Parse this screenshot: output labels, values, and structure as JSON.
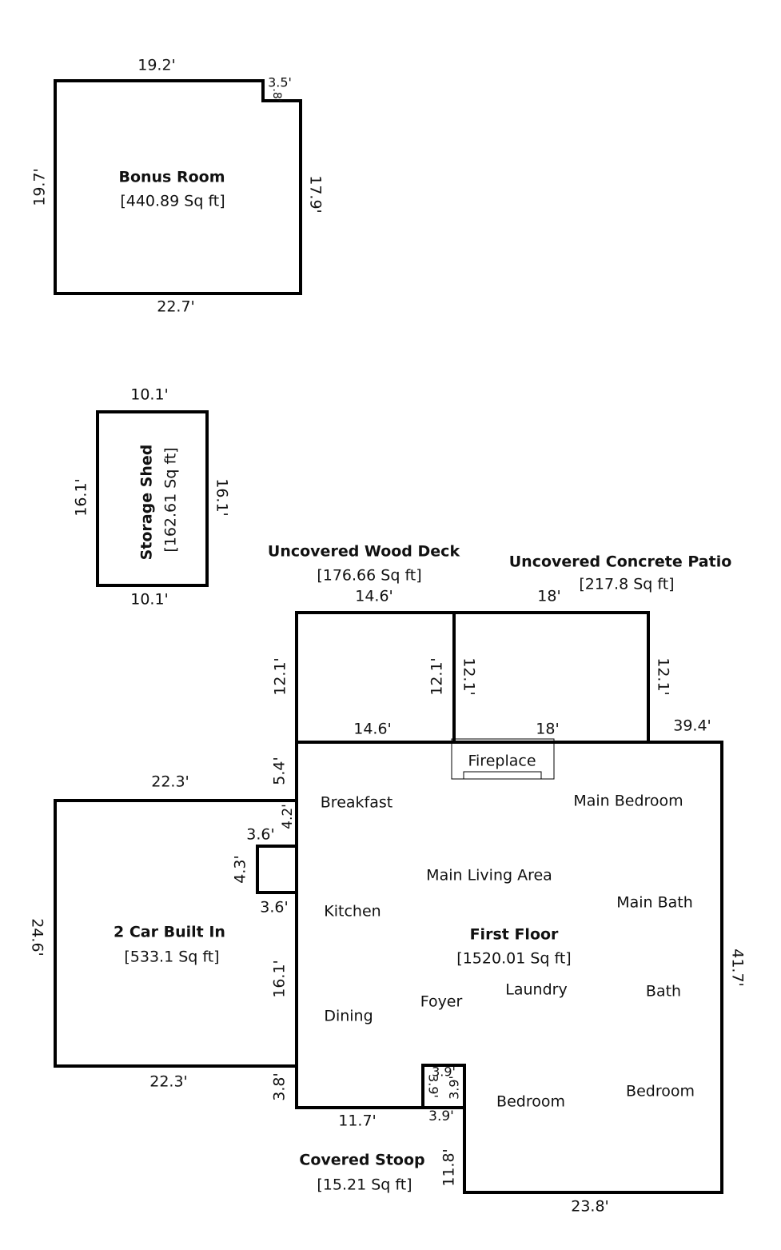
{
  "bonus_room": {
    "name": "Bonus Room",
    "area": "[440.89 Sq ft]",
    "dims": [
      "19.2'",
      "3.5'",
      ".8'",
      "17.9'",
      "22.7'",
      "19.7'"
    ]
  },
  "storage_shed": {
    "name": "Storage Shed",
    "area": "[162.61 Sq ft]",
    "dims": [
      "10.1'",
      "10.1'",
      "16.1'",
      "16.1'"
    ]
  },
  "wood_deck": {
    "name": "Uncovered Wood Deck",
    "area": "[176.66 Sq ft]",
    "dims": [
      "14.6'",
      "12.1'",
      "12.1'",
      "14.6'"
    ]
  },
  "patio": {
    "name": "Uncovered Concrete Patio",
    "area": "[217.8 Sq ft]",
    "dims": [
      "18'",
      "12.1'",
      "12.1'",
      "18'"
    ]
  },
  "garage": {
    "name": "2 Car Built In",
    "area": "[533.1 Sq ft]",
    "dims": [
      "22.3'",
      "24.6'",
      "22.3'"
    ]
  },
  "first_floor": {
    "name": "First Floor",
    "area": "[1520.01 Sq ft]",
    "dims": [
      "39.4'",
      "41.7'",
      "23.8'",
      "11.8'",
      "11.7'",
      "3.8'",
      "16.1'",
      "3.6'",
      "4.3'",
      "3.6'",
      "4.2'",
      "5.4'"
    ],
    "rooms": [
      "Fireplace",
      "Breakfast",
      "Main Bedroom",
      "Main Living Area",
      "Kitchen",
      "Main Bath",
      "Laundry",
      "Foyer",
      "Bath",
      "Dining",
      "Bedroom",
      "Bedroom"
    ]
  },
  "stoop": {
    "name": "Covered Stoop",
    "area": "[15.21 Sq ft]",
    "dims": [
      "3.9'",
      "3.9'",
      "3.9'",
      "3.9'"
    ]
  }
}
